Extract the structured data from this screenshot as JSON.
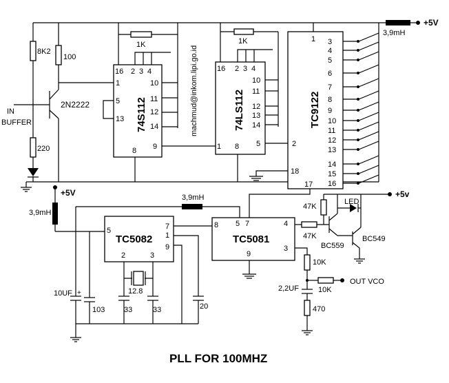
{
  "title": "PLL FOR 100MHZ",
  "email": "machmud@inkom.lipi.go.id",
  "chips": {
    "u1": {
      "name": "74S112",
      "pins_top": [
        "16",
        "2",
        "3",
        "4"
      ],
      "pins_left": [
        "1",
        "5",
        "13"
      ],
      "pins_right": [
        "10",
        "11",
        "12",
        "14"
      ],
      "pins_bottom": [
        "8",
        "9"
      ]
    },
    "u2": {
      "name": "74LS112",
      "pins_top": [
        "16",
        "2",
        "3",
        "4"
      ],
      "pins_right": [
        "10",
        "11",
        "12",
        "13",
        "14"
      ],
      "pins_bottom": [
        "1",
        "8",
        "5"
      ]
    },
    "u3": {
      "name": "TC9122",
      "pins_right": [
        "3",
        "4",
        "5",
        "6",
        "7",
        "8",
        "9",
        "10",
        "11",
        "12",
        "13",
        "14",
        "15",
        "16"
      ],
      "pins_left": [
        "1",
        "2",
        "18",
        "17"
      ]
    },
    "u4": {
      "name": "TC5082",
      "pins": [
        "5",
        "7",
        "1",
        "9",
        "2",
        "3"
      ]
    },
    "u5": {
      "name": "TC5081",
      "pins": [
        "8",
        "5",
        "7",
        "4",
        "3",
        "9"
      ]
    }
  },
  "parts": {
    "r_8k2": "8K2",
    "r_100": "100",
    "transistor_q1": "2N2222",
    "in_label": "IN",
    "buffer_label": "BUFFER",
    "r_220": "220",
    "r_1k_a": "1K",
    "r_1k_b": "1K",
    "l_top": "3,9mH",
    "vcc_top": "+5V",
    "vcc_left": "+5V",
    "l_left": "3,9mH",
    "l_mid": "3,9mH",
    "vcc_right": "+5v",
    "c_10uf": "10UF",
    "c_103": "103",
    "xtal": "12.8",
    "c_33a": "33",
    "c_33b": "33",
    "c_20": "20",
    "r_47k_a": "47K",
    "r_47k_b": "47K",
    "led": "LED",
    "q_bc559": "BC559",
    "q_bc549": "BC549",
    "r_10k_a": "10K",
    "r_10k_b": "10K",
    "c_22uf": "2,2UF",
    "r_470": "470",
    "out_vco": "OUT VCO"
  }
}
